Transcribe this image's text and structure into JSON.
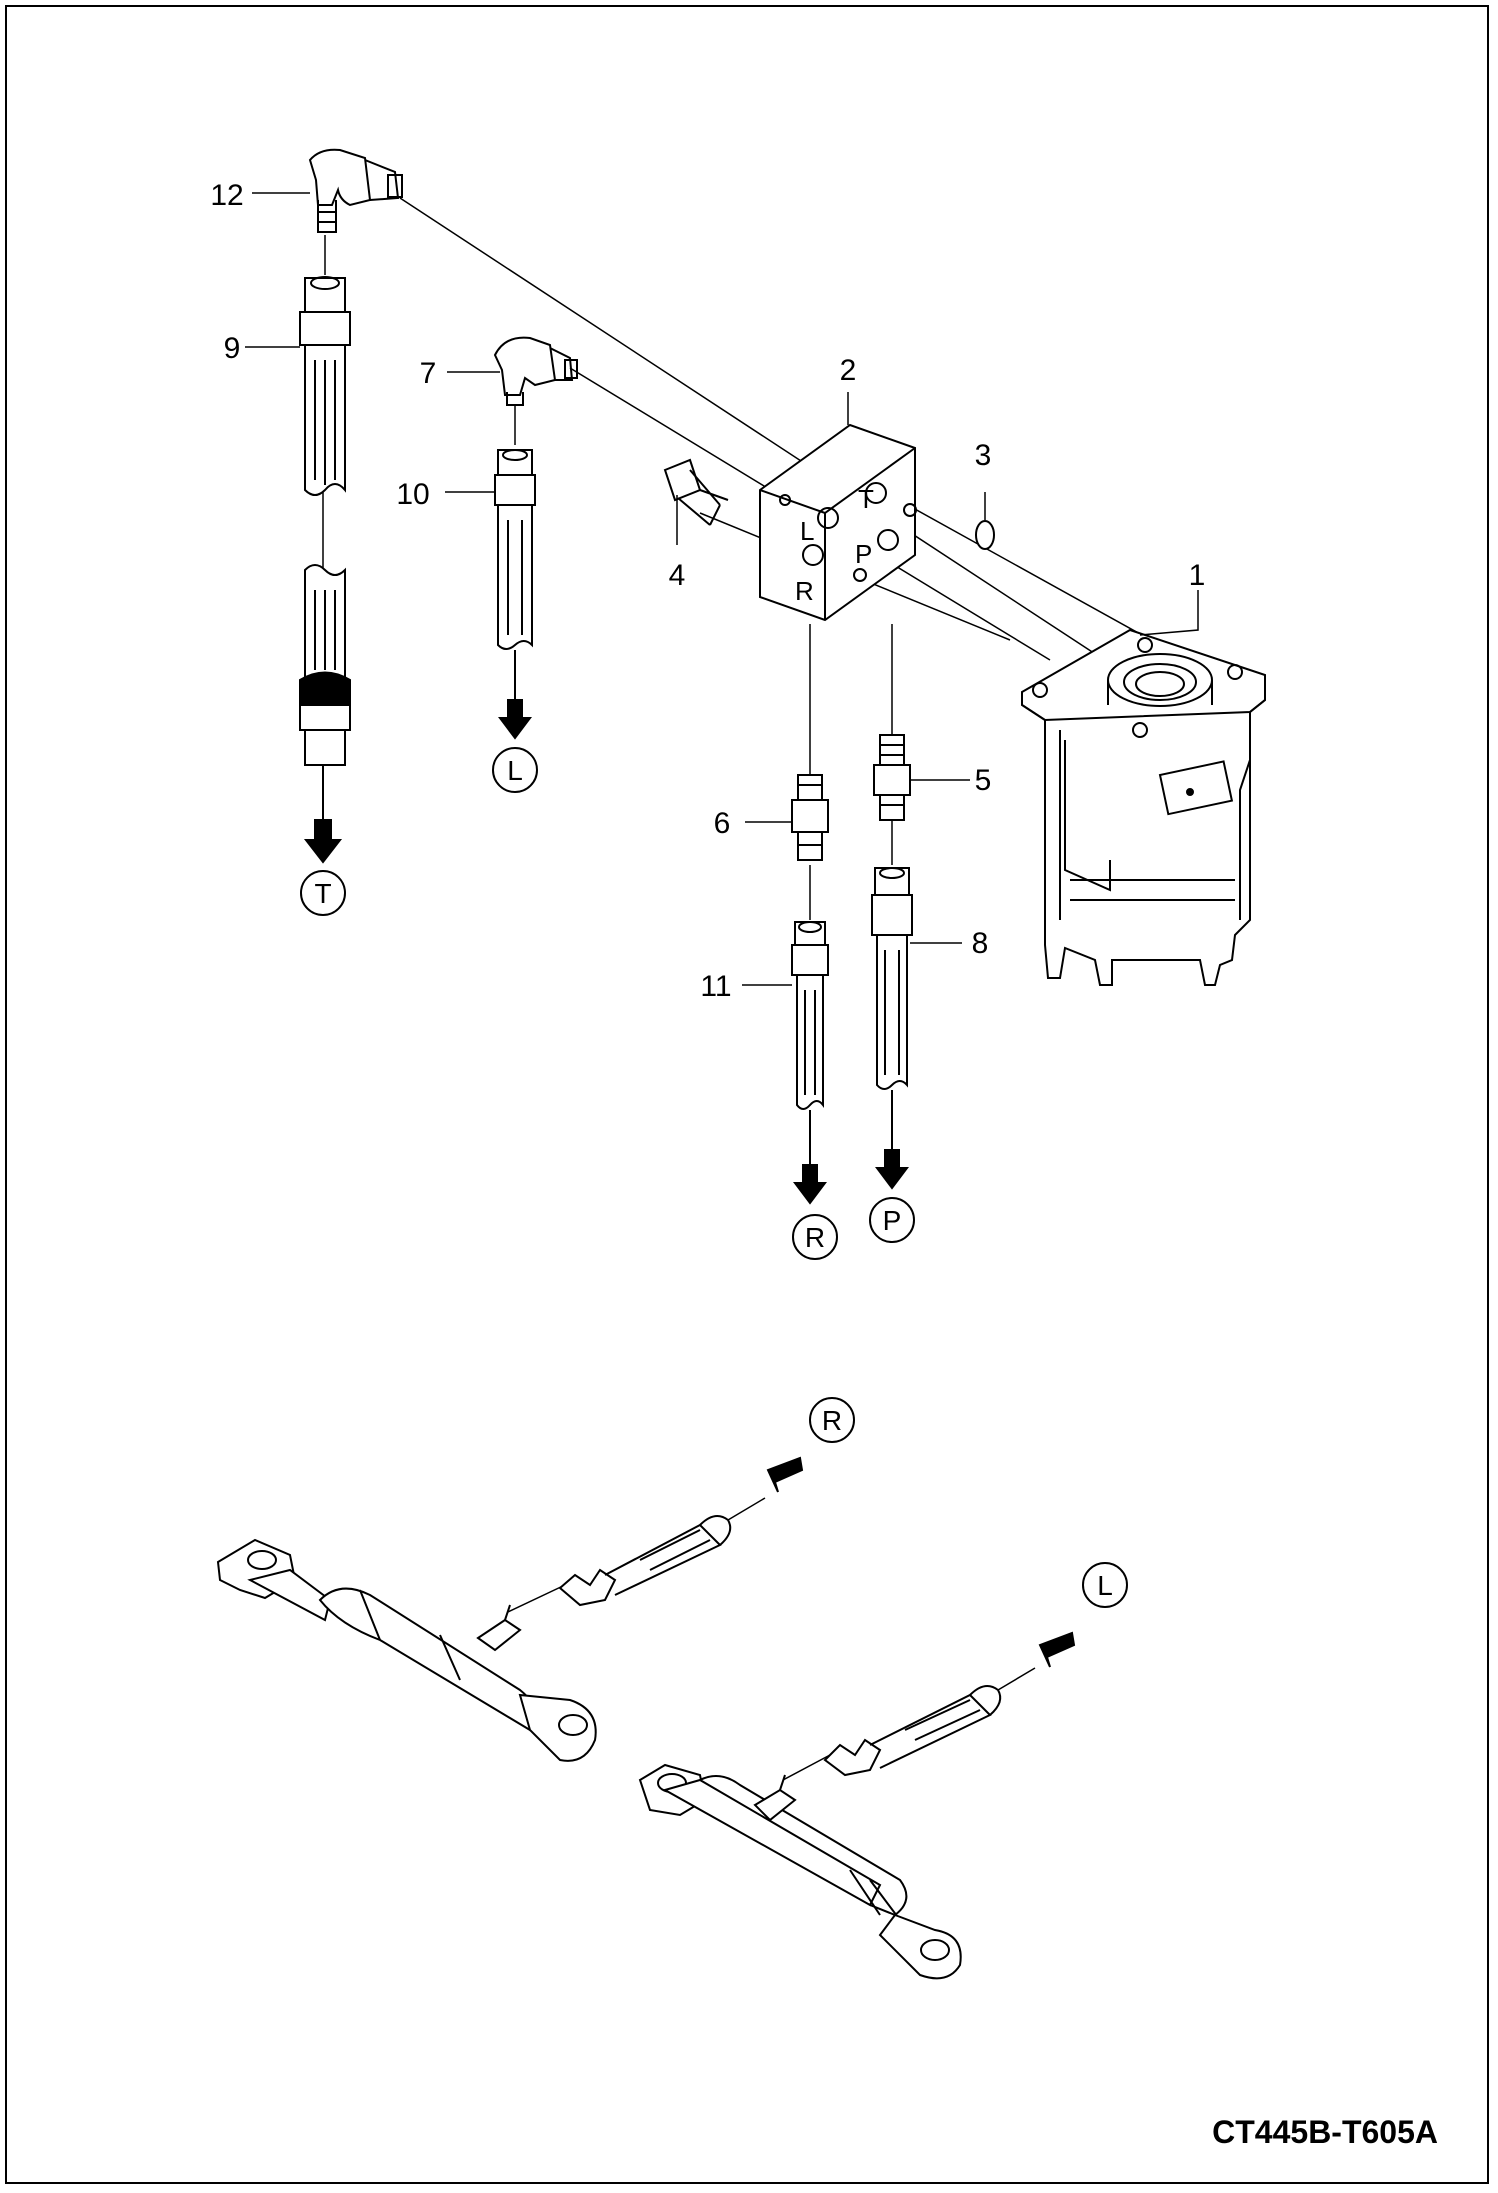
{
  "callouts": {
    "c1": "1",
    "c2": "2",
    "c3": "3",
    "c4": "4",
    "c5": "5",
    "c6": "6",
    "c7": "7",
    "c8": "8",
    "c9": "9",
    "c10": "10",
    "c11": "11",
    "c12": "12"
  },
  "ports": {
    "L": "L",
    "T": "T",
    "R": "R",
    "P": "P"
  },
  "connections": {
    "top_T": "T",
    "top_L": "L",
    "top_R": "R",
    "top_P": "P",
    "bottom_R": "R",
    "bottom_L": "L"
  },
  "figure_code": "CT445B-T605A",
  "colors": {
    "line": "#000000",
    "fill": "#ffffff",
    "dark": "#000000"
  }
}
